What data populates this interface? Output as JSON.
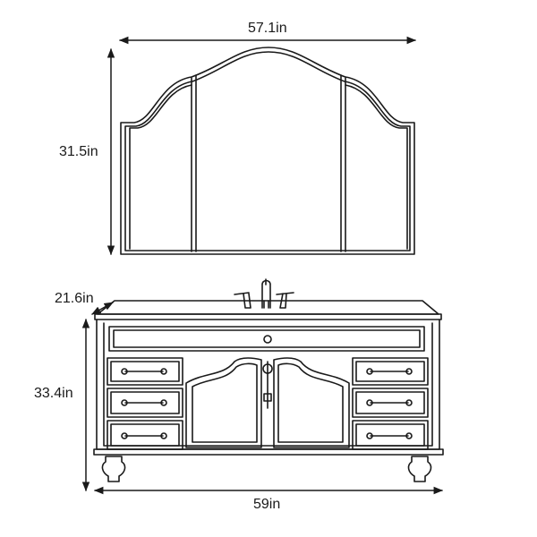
{
  "dimensions": {
    "mirror_width": "57.1in",
    "mirror_height": "31.5in",
    "vanity_depth": "21.6in",
    "vanity_height": "33.4in",
    "vanity_width": "59in"
  },
  "colors": {
    "line": "#1a1a1a",
    "background": "#ffffff"
  }
}
